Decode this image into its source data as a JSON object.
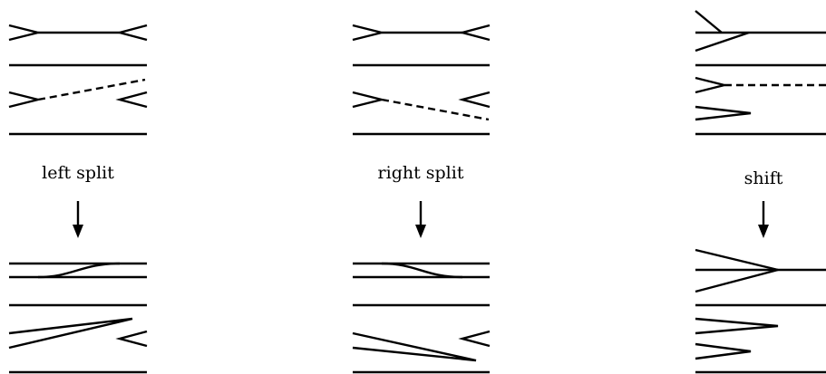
{
  "operations": [
    {
      "id": "left-split",
      "label": "left split"
    },
    {
      "id": "right-split",
      "label": "right split"
    },
    {
      "id": "shift",
      "label": "shift"
    }
  ]
}
